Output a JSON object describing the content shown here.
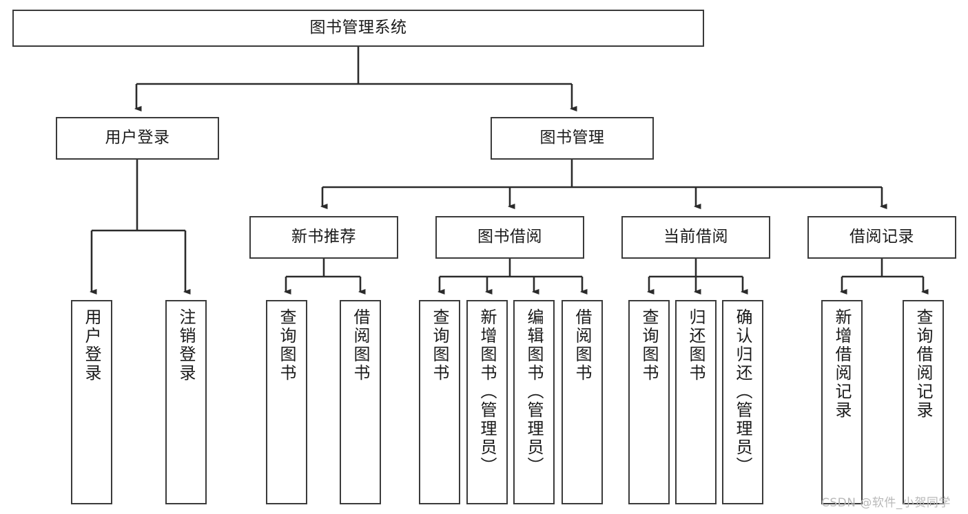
{
  "diagram": {
    "title": "图书管理系统",
    "type": "tree-hierarchy",
    "colors": {
      "border": "#3a3a3a",
      "background": "#ffffff",
      "text": "#1a1a1a",
      "watermark": "#b9b9b9"
    },
    "root": {
      "label": "图书管理系统"
    },
    "level2": [
      {
        "label": "用户登录"
      },
      {
        "label": "图书管理"
      }
    ],
    "level3": [
      {
        "label": "新书推荐"
      },
      {
        "label": "图书借阅"
      },
      {
        "label": "当前借阅"
      },
      {
        "label": "借阅记录"
      }
    ],
    "leaves": {
      "user_login": [
        {
          "label": "用户登录"
        },
        {
          "label": "注销登录"
        }
      ],
      "new_book_recommend": [
        {
          "label": "查询图书"
        },
        {
          "label": "借阅图书"
        }
      ],
      "book_borrow": [
        {
          "label": "查询图书"
        },
        {
          "label": "新增图书（管理员）"
        },
        {
          "label": "编辑图书（管理员）"
        },
        {
          "label": "借阅图书"
        }
      ],
      "current_borrow": [
        {
          "label": "查询图书"
        },
        {
          "label": "归还图书"
        },
        {
          "label": "确认归还（管理员）"
        }
      ],
      "borrow_record": [
        {
          "label": "新增借阅记录"
        },
        {
          "label": "查询借阅记录"
        }
      ]
    }
  },
  "watermark": {
    "text": "CSDN @软件_小贺同学"
  }
}
